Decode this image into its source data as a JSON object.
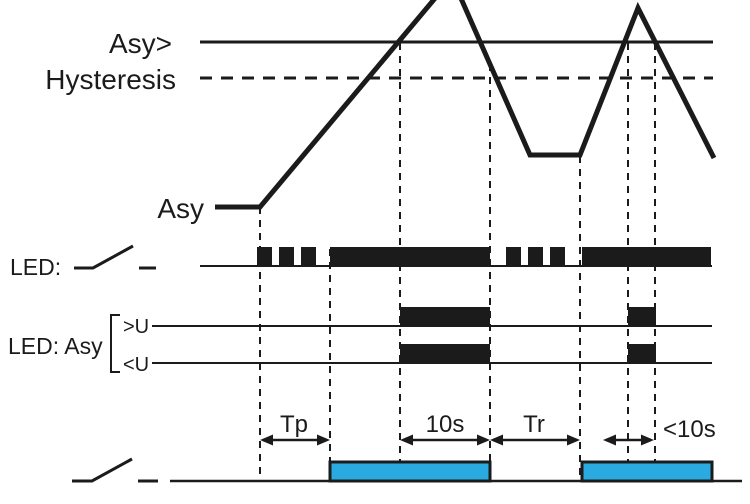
{
  "colors": {
    "ink": "#1b1b1b",
    "relay_on": "#29abe2",
    "background": "#ffffff"
  },
  "thresholds": {
    "upper_label": "Asy>",
    "hysteresis_label": "Hysteresis"
  },
  "signal": {
    "label": "Asy"
  },
  "led_row": {
    "label": "LED:"
  },
  "led_asy_row": {
    "label": "LED: Asy",
    "over_label": ">U",
    "under_label": "<U"
  },
  "timing": {
    "tp_label": "Tp",
    "on_label": "10s",
    "tr_label": "Tr",
    "under_10s_label": "<10s"
  }
}
